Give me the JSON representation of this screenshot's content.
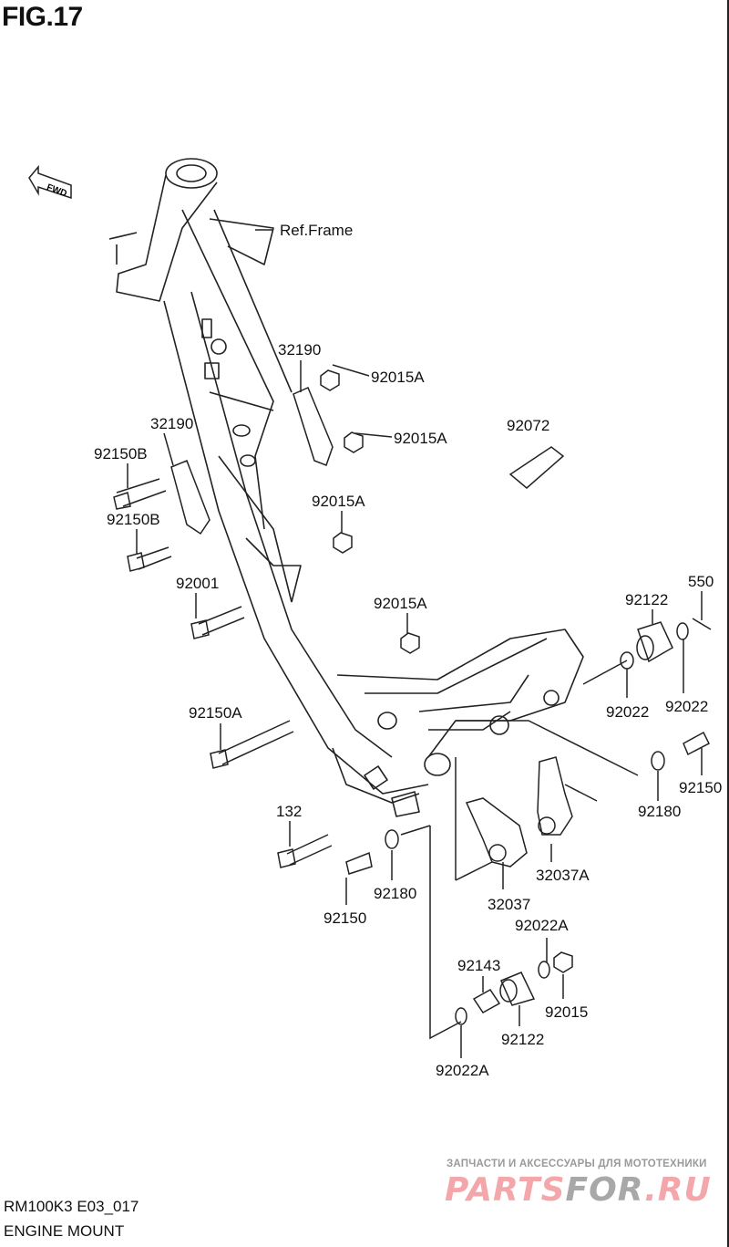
{
  "figure": {
    "title": "FIG.17",
    "model_code": "RM100K3 E03_017",
    "name": "ENGINE MOUNT",
    "fwd_label": "FWD"
  },
  "parts": [
    {
      "label": "Ref.Frame"
    },
    {
      "label": "32190"
    },
    {
      "label": "92015A"
    },
    {
      "label": "92015A"
    },
    {
      "label": "32190"
    },
    {
      "label": "92150B"
    },
    {
      "label": "92150B"
    },
    {
      "label": "92015A"
    },
    {
      "label": "92072"
    },
    {
      "label": "92001"
    },
    {
      "label": "92015A"
    },
    {
      "label": "550"
    },
    {
      "label": "92122"
    },
    {
      "label": "92022"
    },
    {
      "label": "92022"
    },
    {
      "label": "92150A"
    },
    {
      "label": "92150"
    },
    {
      "label": "92180"
    },
    {
      "label": "132"
    },
    {
      "label": "32037A"
    },
    {
      "label": "32037"
    },
    {
      "label": "92180"
    },
    {
      "label": "92150"
    },
    {
      "label": "92022A"
    },
    {
      "label": "92143"
    },
    {
      "label": "92015"
    },
    {
      "label": "92122"
    },
    {
      "label": "92022A"
    }
  ],
  "watermark": {
    "tagline": "ЗАПЧАСТИ И АКСЕССУАРЫ ДЛЯ МОТОТЕХНИКИ",
    "logo_part1": "PARTS",
    "logo_part2": "FOR",
    "logo_part3": ".RU",
    "colors": {
      "pink": "#f4a7aa",
      "gray": "#a8a8a8"
    }
  }
}
